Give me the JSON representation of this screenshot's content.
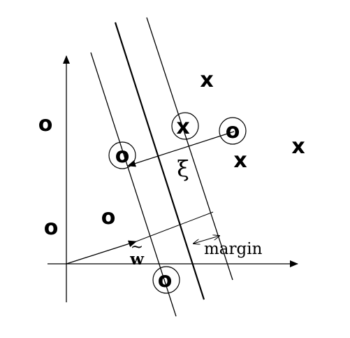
{
  "diagram": {
    "labels": {
      "margin": "margin",
      "xi": "ξ",
      "w": "w",
      "w_tilde": "~"
    },
    "points_o": [
      "o",
      "o",
      "o",
      "o",
      "o",
      "o"
    ],
    "points_x": [
      "x",
      "x",
      "x",
      "x"
    ],
    "support_vectors_circled": 4
  }
}
